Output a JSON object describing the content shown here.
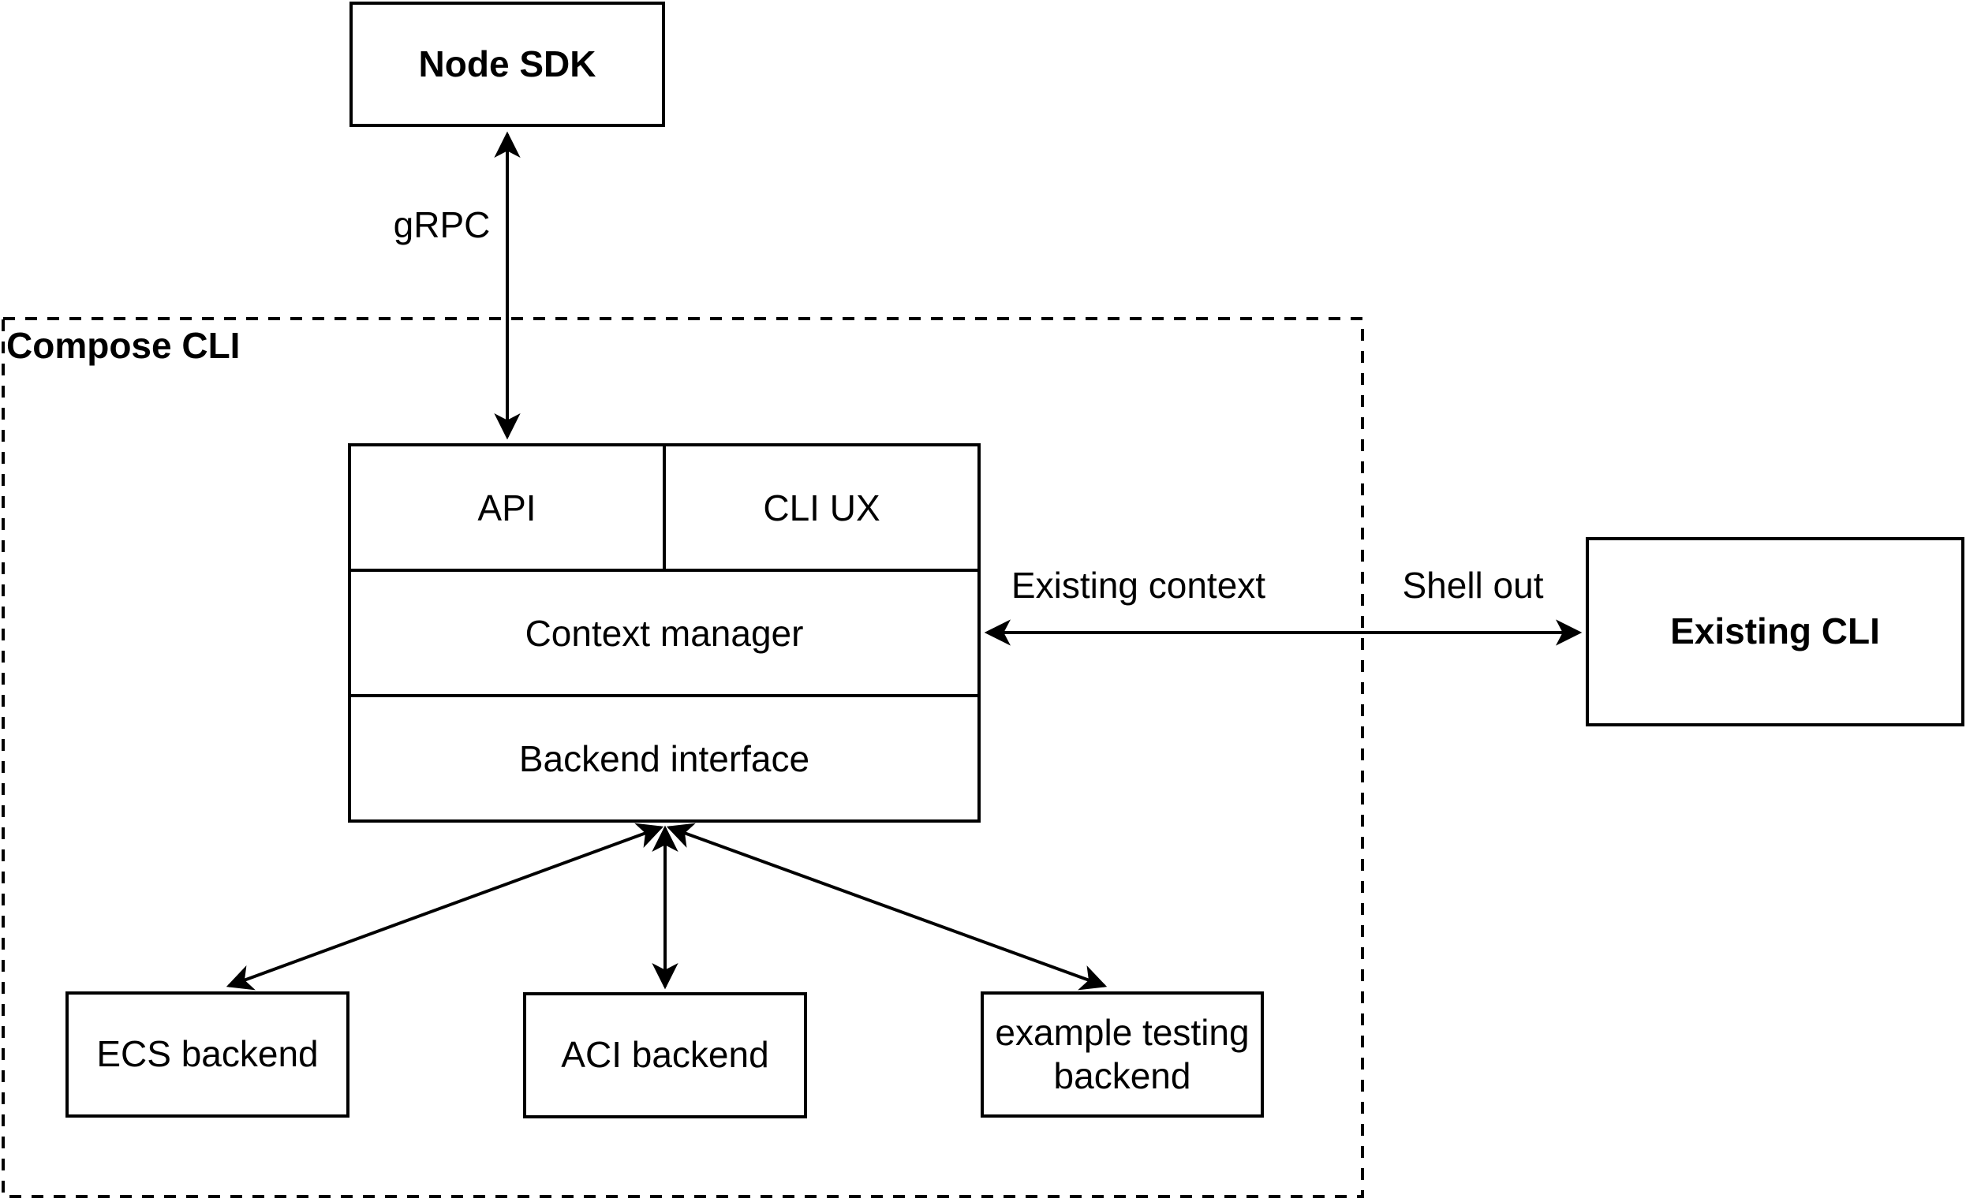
{
  "colors": {
    "stroke": "#000000",
    "background": "#ffffff"
  },
  "nodes": {
    "node_sdk": {
      "label": "Node SDK"
    },
    "compose_group": {
      "label": "Compose CLI"
    },
    "stack": {
      "api": "API",
      "cli_ux": "CLI UX",
      "context_manager": "Context manager",
      "backend_interface": "Backend interface"
    },
    "ecs_backend": {
      "label": "ECS backend"
    },
    "aci_backend": {
      "label": "ACI backend"
    },
    "example_backend": {
      "label": "example testing backend"
    },
    "existing_cli": {
      "label": "Existing CLI"
    }
  },
  "edges": {
    "grpc": {
      "label": "gRPC"
    },
    "existing_context": {
      "label": "Existing context"
    },
    "shell_out": {
      "label": "Shell out"
    }
  }
}
